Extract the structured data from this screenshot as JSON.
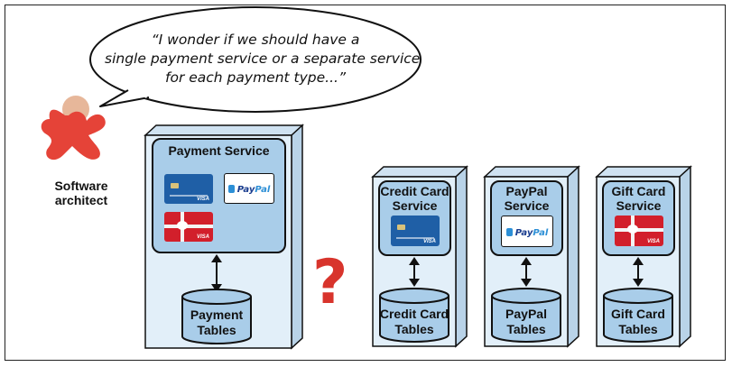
{
  "speech": {
    "lines": [
      "“I wonder if we should have a",
      "single payment service or a separate service",
      "for each payment type...”"
    ]
  },
  "architect": {
    "lines": [
      "Software",
      "architect"
    ]
  },
  "single_service": {
    "title": "Payment Service",
    "cards": [
      "credit-card",
      "paypal",
      "gift-card"
    ],
    "paypal_logo": [
      "Pay",
      "Pal"
    ],
    "visa_text": "VISA",
    "db_lines": [
      "Payment",
      "Tables"
    ]
  },
  "question_mark": "?",
  "services": [
    {
      "id": "credit-card",
      "title_lines": [
        "Credit Card",
        "Service"
      ],
      "card": "credit-card",
      "db_lines": [
        "Credit Card",
        "Tables"
      ]
    },
    {
      "id": "paypal",
      "title_lines": [
        "PayPal",
        "Service"
      ],
      "card": "paypal",
      "db_lines": [
        "PayPal",
        "Tables"
      ]
    },
    {
      "id": "gift-card",
      "title_lines": [
        "Gift Card",
        "Service"
      ],
      "card": "gift-card",
      "db_lines": [
        "Gift Card",
        "Tables"
      ]
    }
  ],
  "colors": {
    "container_fill": "#e2eff9",
    "panel_fill": "#a9cde9",
    "db_fill": "#a9cde9",
    "credit_card": "#1f5fa6",
    "gift_card": "#d21f2b",
    "architect_figure": "#e54338",
    "architect_head": "#e7b79a",
    "question_mark": "#d8342c"
  }
}
